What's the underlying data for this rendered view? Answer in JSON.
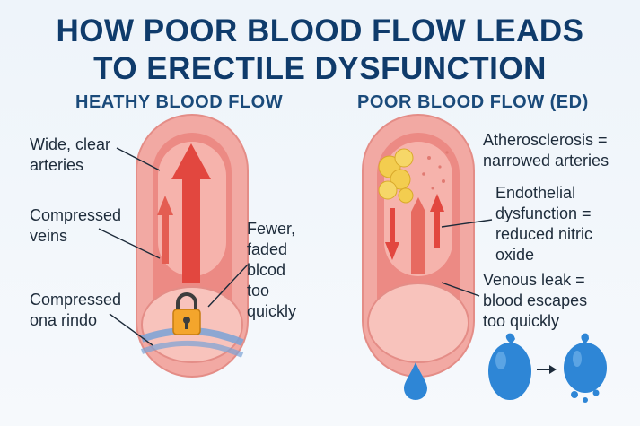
{
  "title": {
    "line1": "HOW POOR BLOOD FLOW LEADS",
    "line2": "TO ERECTILE DYSFUNCTION"
  },
  "left": {
    "heading": "HEATHY BLOOD FLOW",
    "labels": {
      "wide_arteries": [
        "Wide, clear",
        "arteries"
      ],
      "compressed_veins": [
        "Compressed",
        "veins"
      ],
      "compressed_rindo": [
        "Compressed",
        "ona rindo"
      ],
      "fewer_faded": [
        "Fewer,",
        "faded",
        "blcod",
        "too",
        "quickly"
      ]
    }
  },
  "right": {
    "heading": "POOR BLOOD FLOW (ED)",
    "labels": {
      "atherosclerosis": [
        "Atherosclerosis =",
        "narrowed arteries"
      ],
      "endothelial": [
        "Endothelial",
        "dysfunction =",
        "reduced nitric",
        "oxide"
      ],
      "venous_leak": [
        "Venous leak =",
        "blood escapes",
        "too quickly"
      ]
    }
  },
  "colors": {
    "title": "#0f3b6b",
    "outer_tissue": "#f2a9a3",
    "inner_tissue": "#ec8a84",
    "artery_red": "#e2473f",
    "plaque": "#f3cd4f",
    "lock": "#f4a52c",
    "balloon": "#2e86d6",
    "compression_band": "#7aa2d6"
  },
  "icons": [
    "arrow-up-icon",
    "arrow-down-icon",
    "lock-icon",
    "plaque-icon",
    "blood-drop-icon",
    "balloon-icon",
    "arrow-right-icon"
  ]
}
